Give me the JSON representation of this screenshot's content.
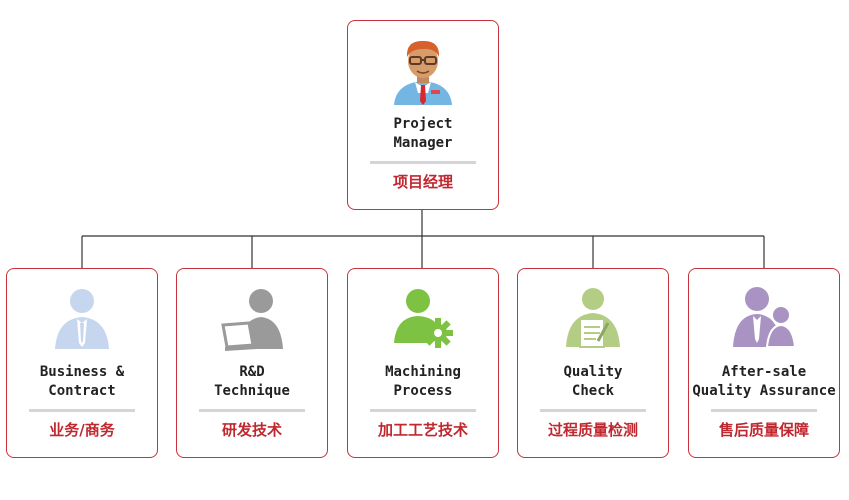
{
  "manager": {
    "en": [
      "Project",
      "Manager"
    ],
    "zh": "项目经理",
    "icon": "manager-icon"
  },
  "departments": [
    {
      "key": "business",
      "en": [
        "Business &",
        "Contract"
      ],
      "zh": "业务/商务",
      "icon": "businessman-icon",
      "color": "#c6d6ee"
    },
    {
      "key": "rnd",
      "en": [
        "R&D",
        "Technique"
      ],
      "zh": "研发技术",
      "icon": "laptop-user-icon",
      "color": "#9a9a9a"
    },
    {
      "key": "machining",
      "en": [
        "Machining",
        "Process"
      ],
      "zh": "加工工艺技术",
      "icon": "user-gear-icon",
      "color": "#7dc242"
    },
    {
      "key": "quality",
      "en": [
        "Quality",
        "Check"
      ],
      "zh": "过程质量检测",
      "icon": "quality-check-icon",
      "color": "#b3cd85"
    },
    {
      "key": "aftersale",
      "en": [
        "After-sale",
        "Quality Assurance"
      ],
      "zh": "售后质量保障",
      "icon": "user-group-icon",
      "color": "#a993c3"
    }
  ],
  "colors": {
    "border": "#c8323c",
    "chinese_text": "#c0282f",
    "connector": "#333333"
  }
}
